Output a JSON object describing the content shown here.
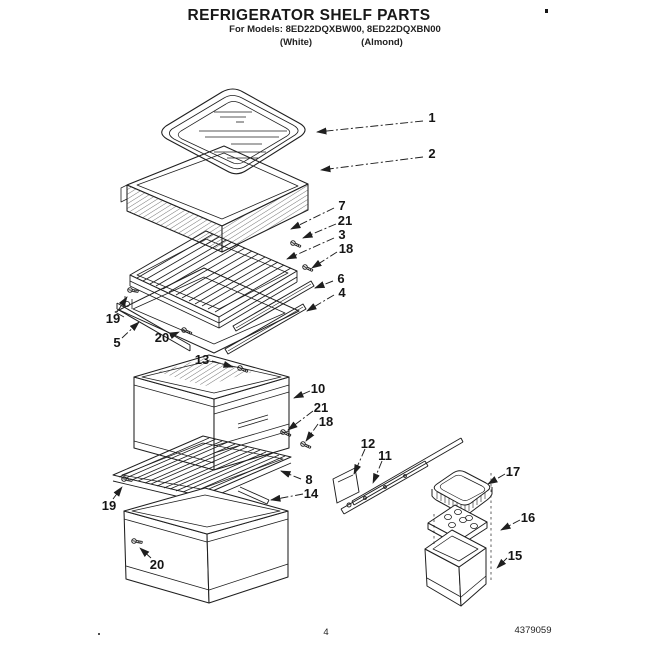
{
  "colors": {
    "ink": "#1f1f1f",
    "paper": "#ffffff"
  },
  "header": {
    "title": "REFRIGERATOR SHELF PARTS",
    "models_line": "For Models: 8ED22DQXBW00, 8ED22DQXBN00",
    "finish_left": "(White)",
    "finish_right": "(Almond)"
  },
  "footer": {
    "page_number": "4",
    "literature_number": "4379059"
  },
  "diagram": {
    "callouts": [
      "1",
      "2",
      "7",
      "21",
      "3",
      "18",
      "6",
      "4",
      "19",
      "5",
      "20",
      "13",
      "10",
      "21",
      "18",
      "8",
      "14",
      "19",
      "20",
      "12",
      "11",
      "17",
      "16",
      "15"
    ]
  }
}
